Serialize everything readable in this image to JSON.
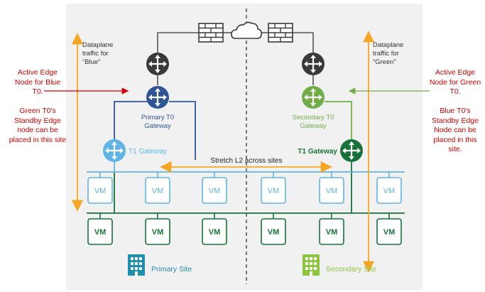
{
  "left_notes": {
    "active": [
      "Active Edge",
      "Node for Blue",
      "T0."
    ],
    "standby": [
      "Green T0's",
      "Standby Edge",
      "node can be",
      "placed in this site"
    ]
  },
  "right_notes": {
    "active": [
      "Active Edge",
      "Node for Green",
      "T0."
    ],
    "standby": [
      "Blue T0's",
      "Standby Edge",
      "Node can be",
      "placed in this",
      "site."
    ]
  },
  "dataplane_left": [
    "Dataplane",
    "traffic for",
    "“Blue”"
  ],
  "dataplane_right": [
    "Dataplane",
    "traffic for",
    "“Green”"
  ],
  "primary_t0": [
    "Primary T0",
    "Gateway"
  ],
  "secondary_t0": [
    "Secondary T0",
    "Gateway"
  ],
  "t1_left": "T1 Gateway",
  "t1_right": "T1 Gateway",
  "stretch_label": "Stretch L2 across sites",
  "vm_label": "VM",
  "primary_site": "Primary Site",
  "secondary_site": "Secondary Site",
  "colors": {
    "blue": "#2f5597",
    "light_blue": "#5fb4e5",
    "green": "#70ad47",
    "dark_green": "#17723a",
    "orange": "#f5a623",
    "red": "#d40000",
    "router_gray": "#3a3a3a",
    "site_teal": "#1f8fae",
    "site_green": "#8cc63f"
  },
  "icons": [
    "firewall-icon",
    "cloud-icon",
    "router-icon",
    "building-icon",
    "vm-icon"
  ]
}
